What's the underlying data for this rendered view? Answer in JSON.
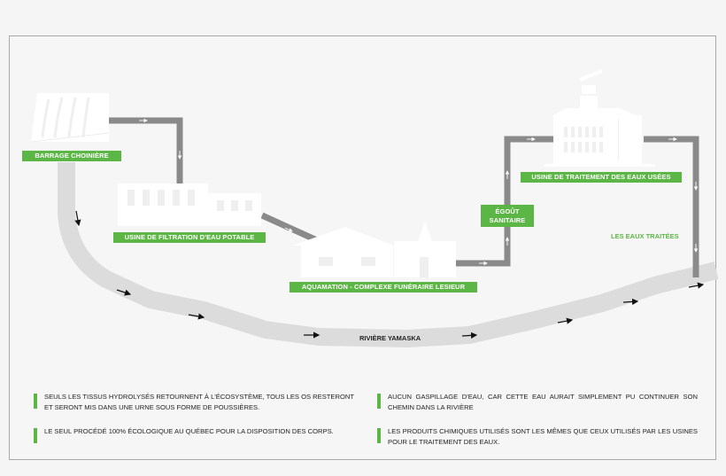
{
  "diagram": {
    "nodes": {
      "dam": {
        "label": "BARRAGE CHOINIÈRE"
      },
      "filtration": {
        "label": "USINE DE FILTRATION D'EAU POTABLE"
      },
      "aquamation": {
        "label": "AQUAMATION - COMPLEXE FUNÉRAIRE LESIEUR"
      },
      "sewer": {
        "label_line1": "ÉGOÛT",
        "label_line2": "SANITAIRE"
      },
      "treatment": {
        "label": "USINE DE TRAITEMENT DES EAUX USÉES"
      },
      "treated_water": {
        "label": "LES EAUX TRAITÉES"
      },
      "river": {
        "label": "RIVIÈRE YAMASKA"
      }
    },
    "colors": {
      "accent_green": "#5cb646",
      "pipe_gray": "#8a8a8a",
      "river_gray": "#dcdcdc",
      "background": "#f5f5f5",
      "frame_border": "#a9a9a9"
    }
  },
  "notes": [
    {
      "text": "SEULS LES TISSUS HYDROLYSÉS RETOURNENT À L'ÉCOSYSTÈME, TOUS LES OS RESTERONT ET SERONT MIS DANS UNE URNE SOUS FORME DE POUSSIÈRES."
    },
    {
      "text": "AUCUN GASPILLAGE D'EAU, CAR CETTE EAU AURAIT SIMPLEMENT PU CONTINUER SON CHEMIN DANS LA RIVIÈRE"
    },
    {
      "text": "LE SEUL PROCÉDÉ 100% ÉCOLOGIQUE AU QUÉBEC POUR LA DISPOSITION DES CORPS."
    },
    {
      "text": "LES PRODUITS CHIMIQUES UTILISÉS SONT LES MÊMES QUE CEUX UTILISÉS PAR LES USINES POUR LE TRAITEMENT DES EAUX."
    }
  ]
}
